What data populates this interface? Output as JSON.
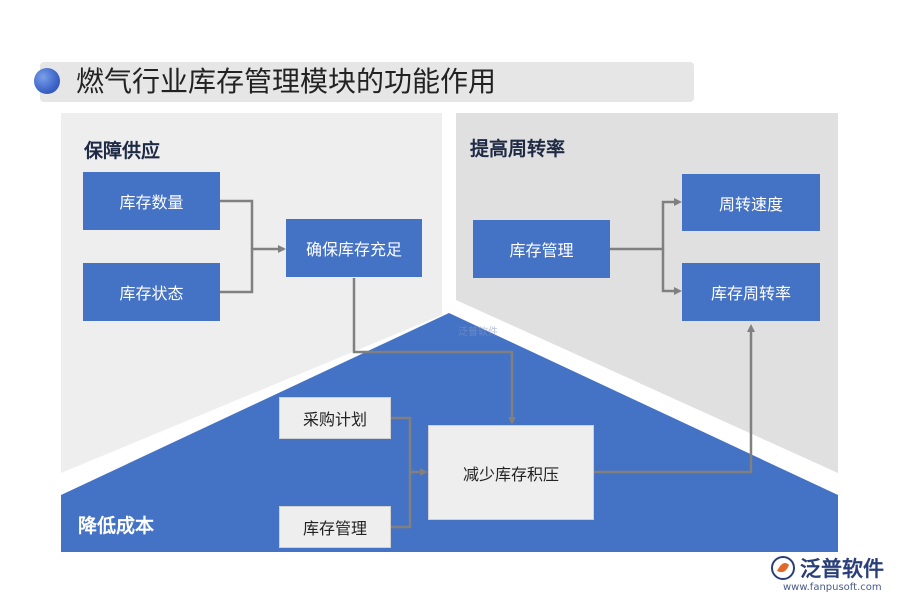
{
  "title": "燃气行业库存管理模块的功能作用",
  "panels": {
    "left": {
      "label": "保障供应"
    },
    "right": {
      "label": "提高周转率"
    },
    "bottom": {
      "label": "降低成本"
    }
  },
  "nodes": {
    "stock_quantity": "库存数量",
    "stock_status": "库存状态",
    "ensure_sufficient": "确保库存充足",
    "stock_management_top": "库存管理",
    "turnover_speed": "周转速度",
    "turnover_rate": "库存周转率",
    "purchase_plan": "采购计划",
    "reduce_backlog": "减少库存积压",
    "stock_management_bottom": "库存管理"
  },
  "colors": {
    "node_blue": "#4472c4",
    "panel_gray": "#eeeeee",
    "panel_gray_dark": "#e0e0e0",
    "connector": "#808080"
  },
  "watermark": {
    "center_text": "泛普软件",
    "brand": "泛普软件",
    "url": "www.fanpusoft.com"
  }
}
